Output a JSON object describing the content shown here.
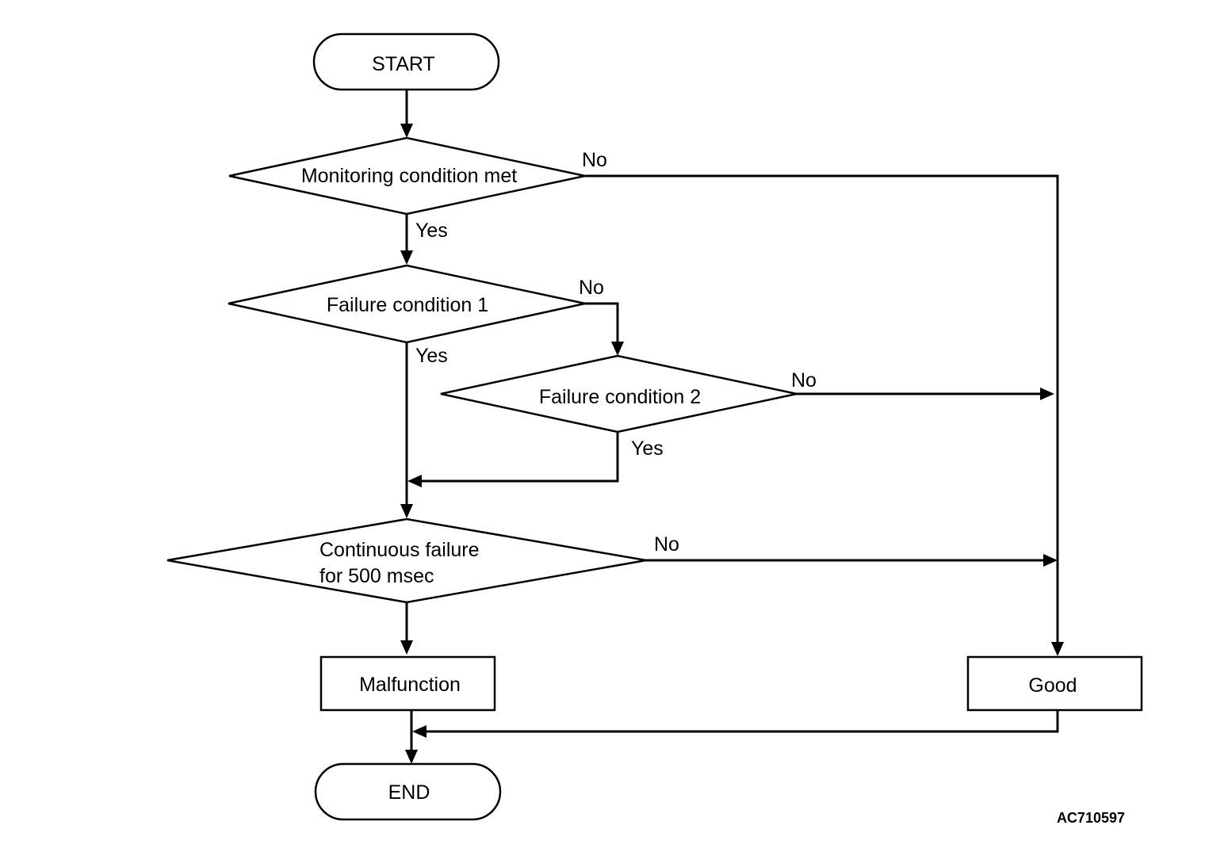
{
  "nodes": {
    "start": "START",
    "monitoring": "Monitoring condition met",
    "failure1": "Failure condition 1",
    "failure2": "Failure condition 2",
    "continuous_line1": "Continuous failure",
    "continuous_line2": "for 500 msec",
    "malfunction": "Malfunction",
    "good": "Good",
    "end": "END"
  },
  "edges": {
    "monitoring_no": "No",
    "monitoring_yes": "Yes",
    "failure1_no": "No",
    "failure1_yes": "Yes",
    "failure2_no": "No",
    "failure2_yes": "Yes",
    "continuous_no": "No"
  },
  "figure_code": "AC710597"
}
